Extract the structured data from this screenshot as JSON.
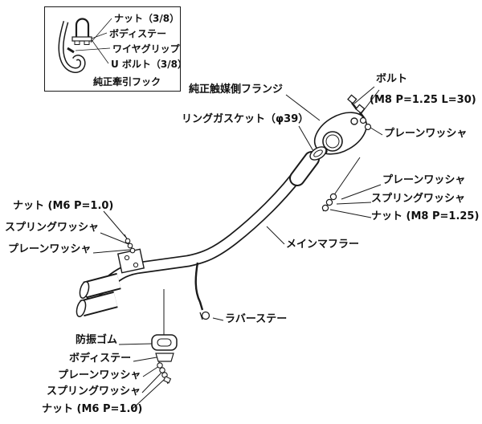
{
  "inset": {
    "items": [
      "ナット（3/8）",
      "ボディステー",
      "ワイヤグリップ",
      "U ボルト（3/8）"
    ],
    "caption": "純正牽引フック"
  },
  "labels": {
    "flange": "純正触媒側フランジ",
    "bolt": "ボルト",
    "bolt_spec": "(M8 P=1.25 L=30)",
    "plain_washer_top": "プレーンワッシャ",
    "ring_gasket": "リングガスケット（φ39）",
    "plain_washer_right": "プレーンワッシャ",
    "spring_washer_right": "スプリングワッシャ",
    "nut_right": "ナット (M8 P=1.25)",
    "main_muffler": "メインマフラー",
    "nut_left": "ナット (M6 P=1.0)",
    "spring_washer_left": "スプリングワッシャ",
    "plain_washer_left": "プレーンワッシャ",
    "rubber_stay": "ラバーステー",
    "vibration_rubber": "防振ゴム",
    "body_stay": "ボディステー",
    "plain_washer_bottom": "プレーンワッシャ",
    "spring_washer_bottom": "スプリングワッシャ",
    "nut_bottom": "ナット (M6 P=1.0)"
  }
}
